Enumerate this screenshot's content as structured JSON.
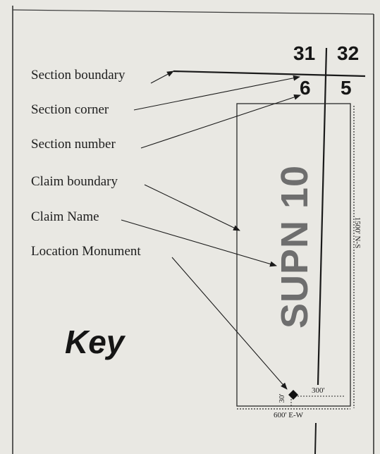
{
  "labels": {
    "section_boundary": "Section boundary",
    "section_corner": "Section corner",
    "section_number": "Section number",
    "claim_boundary": "Claim boundary",
    "claim_name": "Claim Name",
    "location_monument": "Location Monument"
  },
  "section_numbers": {
    "top_left": "31",
    "top_right": "32",
    "bottom_left": "6",
    "bottom_right": "5"
  },
  "claim_name": "SUPN 10",
  "key_title": "Key",
  "dimensions": {
    "north_south": "1500' N-S",
    "east_west": "600' E-W",
    "offset_east": "300'",
    "offset_north": "30'"
  }
}
